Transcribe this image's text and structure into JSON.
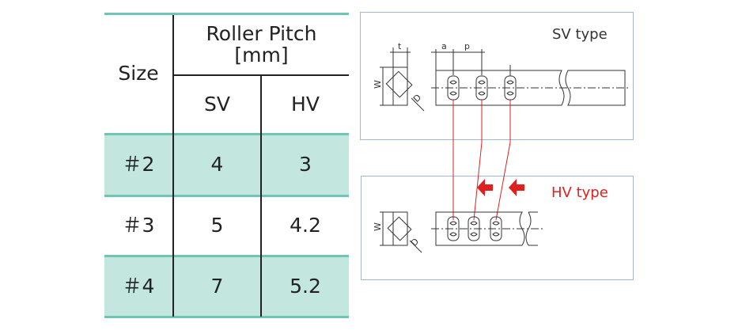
{
  "table": {
    "header_size": "Size",
    "header_pitch_line1": "Roller Pitch",
    "header_pitch_line2": "[mm]",
    "header_sv": "SV",
    "header_hv": "HV",
    "rows": [
      {
        "size": "＃2",
        "sv": "4",
        "hv": "3"
      },
      {
        "size": "＃3",
        "sv": "5",
        "hv": "4.2"
      },
      {
        "size": "＃4",
        "sv": "7",
        "hv": "5.2"
      }
    ]
  },
  "diagram": {
    "sv_label": "SV type",
    "hv_label": "HV type",
    "dim_t": "t",
    "dim_a": "a",
    "dim_p": "p",
    "dim_w": "W",
    "dim_d": "D",
    "hv_dim_w": "W",
    "hv_dim_d": "D"
  },
  "colors": {
    "accent_teal": "#6fc4b4",
    "band_teal": "#c3e6df",
    "panel_border": "#9fb6d6",
    "hv_red": "#e02020"
  }
}
